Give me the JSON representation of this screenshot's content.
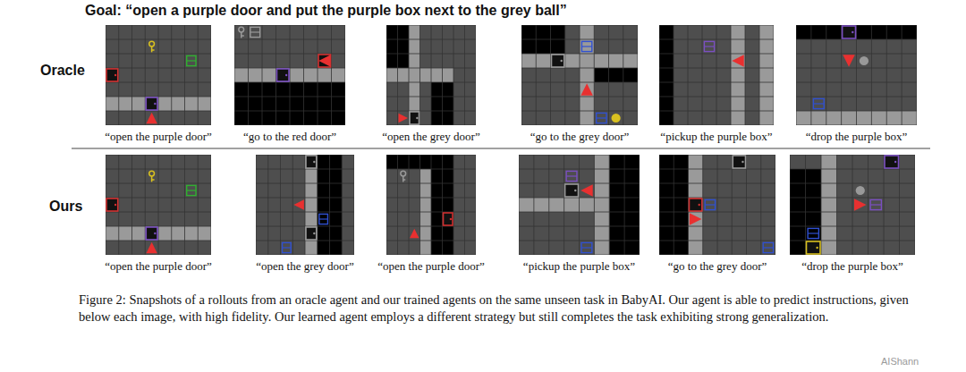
{
  "diagram": {
    "title": "Goal: “open a purple door and put the purple box next to the grey ball”",
    "caption": "Figure 2: Snapshots of a rollouts from an oracle agent and our trained agents on the same unseen task in BabyAI. Our agent is able to predict instructions, given below each image, with high fidelity. Our learned agent employs a different strategy but still completes the task exhibiting strong generalization.",
    "nodes": [
      {
        "text": [
          "“open the purple door”"
        ]
      },
      {
        "text": [
          "“go to the red door”"
        ]
      },
      {
        "text": [
          "“open the grey door”"
        ]
      },
      {
        "text": [
          "“go to the grey door”"
        ]
      },
      {
        "text": [
          "“pickup the purple box”"
        ]
      },
      {
        "text": [
          "“drop the purple box”"
        ]
      },
      {
        "text": [
          "“open the purple door”"
        ]
      },
      {
        "text": [
          "“open the grey door”"
        ]
      },
      {
        "text": [
          "“open the purple door”"
        ]
      },
      {
        "text": [
          "“pickup the purple box”"
        ]
      },
      {
        "text": [
          "“go to the grey door”"
        ]
      },
      {
        "text": [
          "“drop the purple box”"
        ]
      }
    ],
    "labels": [
      "Oracle",
      "Ours",
      "AIShann"
    ]
  }
}
